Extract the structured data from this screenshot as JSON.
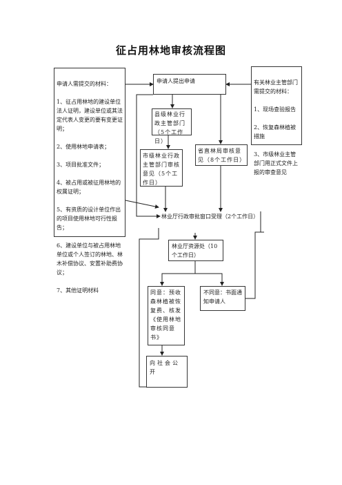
{
  "title": "征占用林地审核流程图",
  "left_materials": {
    "heading": "申请人需提交的材料：",
    "items": [
      "1、征占用林地的建设单位法人证明，建设单位或其法定代表人变更的要有变更证明；",
      "2、使用林地申请表；",
      "3、项目批准文件；",
      "4、被占用或被征用林地的权属证明；",
      "5、有资质的设计单位作出的项目使用林地可行性报告；",
      "6、建设单位与被占用林地单位或个人签订的林地、林木补偿协议、安置补助费协议；",
      "7、其他证明材料"
    ]
  },
  "right_materials": {
    "heading": "有关林业主管部门需提交的材料：",
    "items": [
      "1、现场查验报告",
      "2、恢复森林植被措施",
      "3、市级林业主管部门用正式文件上报的审查意见"
    ]
  },
  "nodes": {
    "apply": "申请人提出申请",
    "county": "县级林业行政主管部门（5个工作日）",
    "city": "市级林业行政主管部门审核意见（5个工作日）",
    "province": "省直林局审核意见（8个工作日）",
    "window": "林业厅行政审批窗口受理（2个工作日）",
    "resource": "林业厅资源处（10个工作日）",
    "agree": "同意：预收森林植被恢复费、核发《使用林地审核同意书》",
    "disagree": "不同意：书面通知申请人",
    "public": "向社会公开"
  }
}
